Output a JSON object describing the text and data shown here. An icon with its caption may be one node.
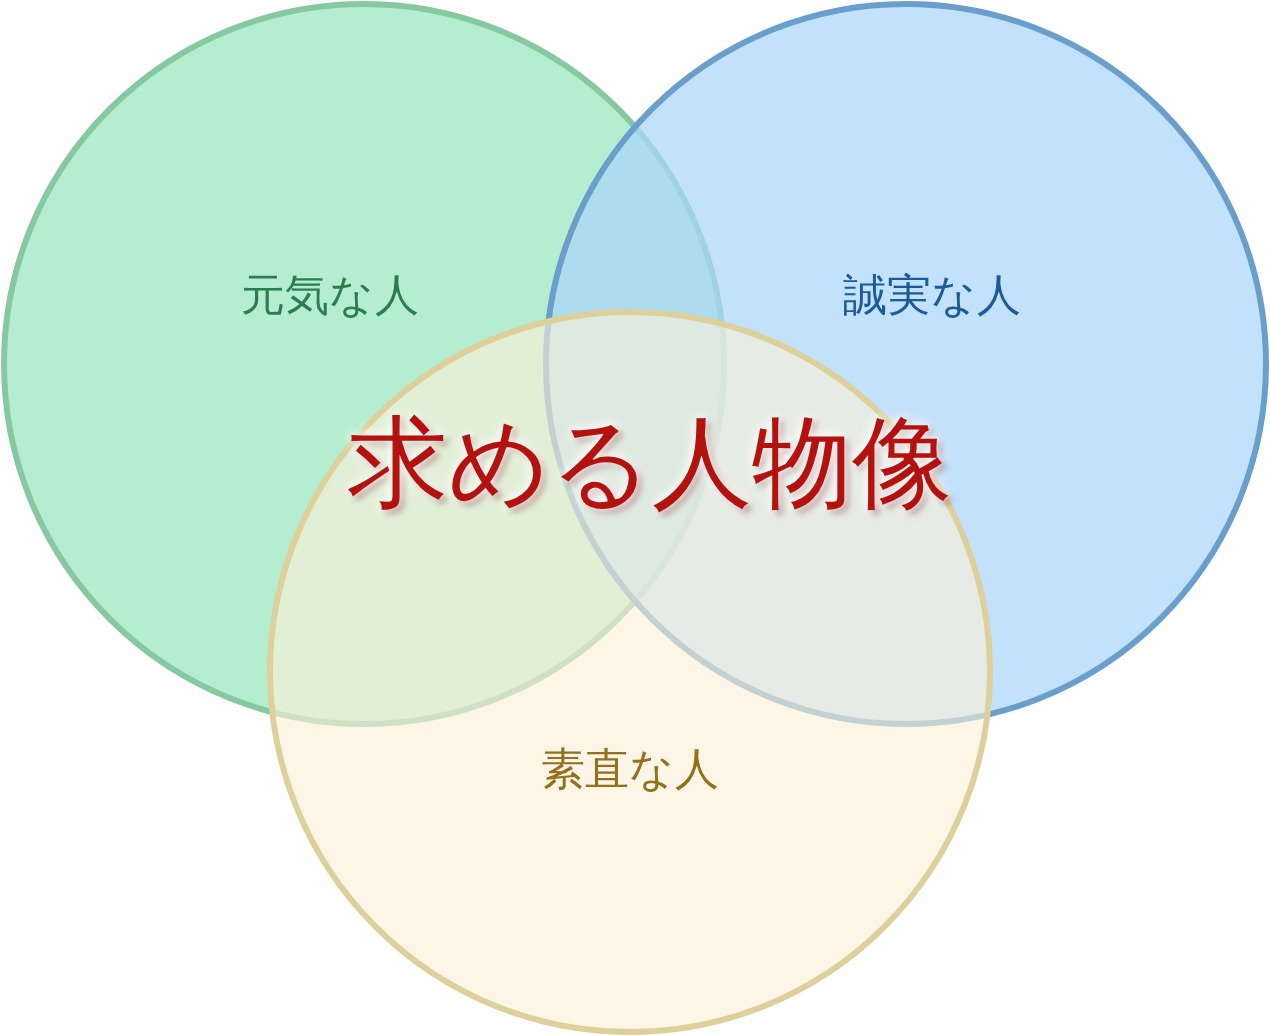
{
  "diagram": {
    "title": "求める人物像",
    "nodes": [
      {
        "text": [
          "元気な人"
        ]
      },
      {
        "text": [
          "誠実な人"
        ]
      },
      {
        "text": [
          "素直な人"
        ]
      }
    ],
    "edges": []
  }
}
